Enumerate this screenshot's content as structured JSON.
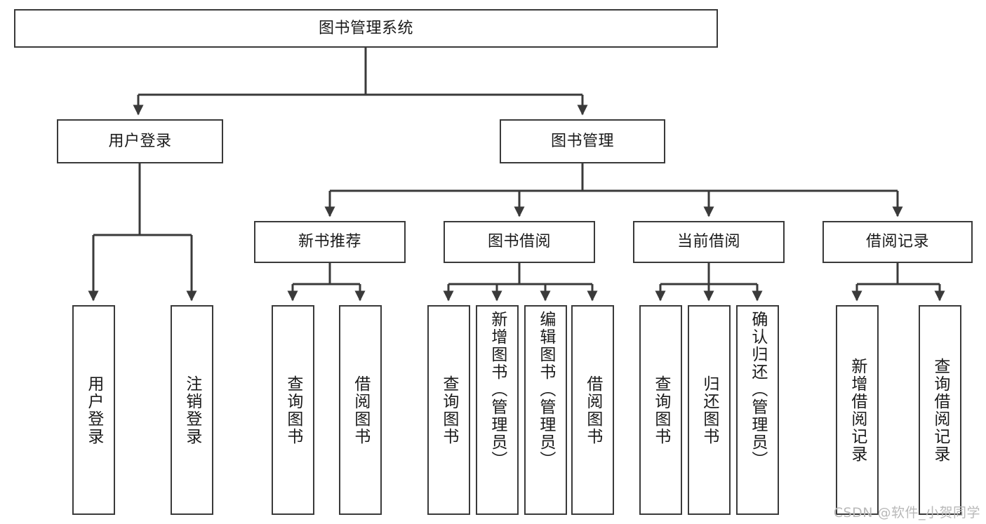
{
  "diagram": {
    "type": "hierarchy-tree",
    "title": "图书管理系统",
    "orientation": "top-down",
    "levels": 4,
    "line_color": "#3a3a3a",
    "box_fill": "#ffffff",
    "text_color": "#1a1a1a",
    "watermark": "CSDN @软件_小贺同学"
  },
  "nodes": {
    "root": {
      "label": "图书管理系统"
    },
    "level2": [
      {
        "id": "user-login",
        "label": "用户登录"
      },
      {
        "id": "book-manage",
        "label": "图书管理"
      }
    ],
    "level3": [
      {
        "id": "new-book-recommend",
        "label": "新书推荐"
      },
      {
        "id": "book-borrow",
        "label": "图书借阅"
      },
      {
        "id": "current-borrow",
        "label": "当前借阅"
      },
      {
        "id": "borrow-record",
        "label": "借阅记录"
      }
    ],
    "leaves": {
      "user-login": [
        {
          "id": "leaf-user-login",
          "label": "用户登录"
        },
        {
          "id": "leaf-logout-login",
          "label": "注销登录"
        }
      ],
      "new-book-recommend": [
        {
          "id": "leaf-query-book-1",
          "label": "查询图书"
        },
        {
          "id": "leaf-borrow-book-1",
          "label": "借阅图书"
        }
      ],
      "book-borrow": [
        {
          "id": "leaf-query-book-2",
          "label": "查询图书"
        },
        {
          "id": "leaf-add-book-admin",
          "label": "新增图书（管理员）"
        },
        {
          "id": "leaf-edit-book-admin",
          "label": "编辑图书（管理员）"
        },
        {
          "id": "leaf-borrow-book-2",
          "label": "借阅图书"
        }
      ],
      "current-borrow": [
        {
          "id": "leaf-query-book-3",
          "label": "查询图书"
        },
        {
          "id": "leaf-return-book",
          "label": "归还图书"
        },
        {
          "id": "leaf-confirm-return-admin",
          "label": "确认归还（管理员）"
        }
      ],
      "borrow-record": [
        {
          "id": "leaf-add-borrow-record",
          "label": "新增借阅记录"
        },
        {
          "id": "leaf-query-borrow-record",
          "label": "查询借阅记录"
        }
      ]
    }
  }
}
